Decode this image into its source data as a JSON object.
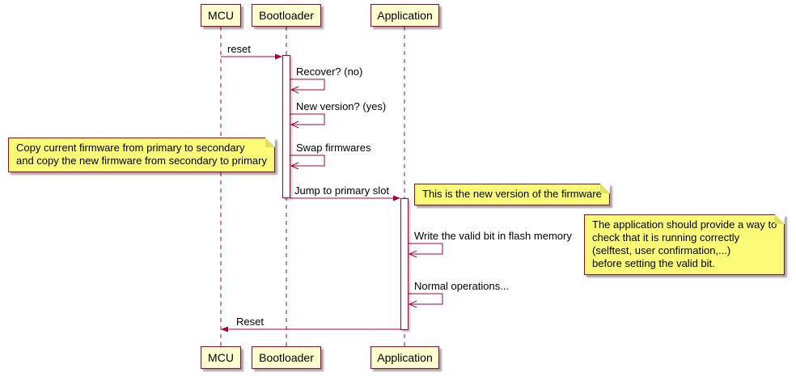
{
  "diagram_type": "sequence-diagram",
  "participants": [
    {
      "name": "MCU"
    },
    {
      "name": "Bootloader"
    },
    {
      "name": "Application"
    }
  ],
  "messages": [
    {
      "label": "reset",
      "from": "MCU",
      "to": "Bootloader",
      "self": false
    },
    {
      "label": "Recover? (no)",
      "from": "Bootloader",
      "to": "Bootloader",
      "self": true
    },
    {
      "label": "New version? (yes)",
      "from": "Bootloader",
      "to": "Bootloader",
      "self": true
    },
    {
      "label": "Swap firmwares",
      "from": "Bootloader",
      "to": "Bootloader",
      "self": true
    },
    {
      "label": "Jump to primary slot",
      "from": "Bootloader",
      "to": "Application",
      "self": false
    },
    {
      "label": "Write the valid bit in flash memory",
      "from": "Application",
      "to": "Application",
      "self": true
    },
    {
      "label": "Normal operations...",
      "from": "Application",
      "to": "Application",
      "self": true
    },
    {
      "label": "Reset",
      "from": "Application",
      "to": "MCU",
      "self": false
    }
  ],
  "notes": [
    {
      "text": "Copy current firmware from primary to secondary\nand copy the new firmware from secondary to primary"
    },
    {
      "text": "This is the new version of the firmware"
    },
    {
      "text": "The application should provide a way to\ncheck that it is running correctly\n(selftest, user confirmation,...)\nbefore setting the valid bit."
    }
  ],
  "colors": {
    "participant_fill": "#FEFECE",
    "note_fill": "#FBFB77",
    "line_and_border": "#A80036",
    "activation_fill": "#FFFFFF",
    "text": "#000000",
    "background": "#FFFFFF"
  }
}
